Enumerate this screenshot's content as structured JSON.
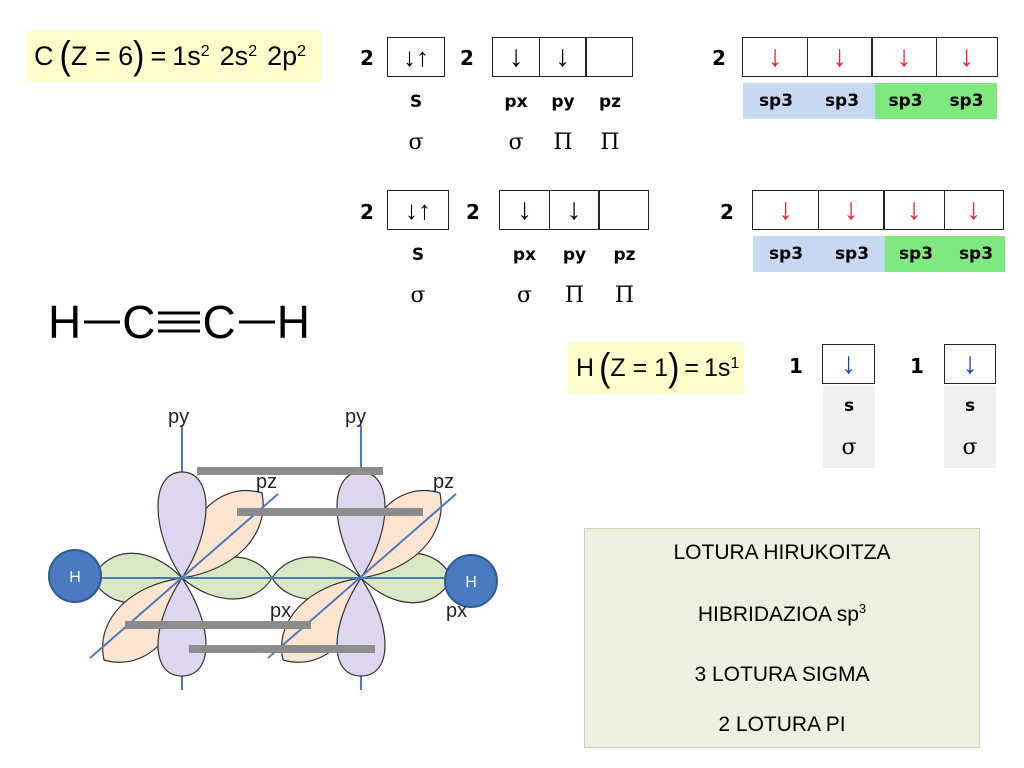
{
  "carbon_formula": {
    "element": "C",
    "z_label": "Z = 6",
    "equals": "=",
    "config_1s": "1s",
    "exp_1s": "2",
    "config_2s": "2s",
    "exp_2s": "2",
    "config_2p": "2p",
    "exp_2p": "2"
  },
  "hydrogen_formula": {
    "element": "H",
    "z_label": "Z = 1",
    "equals": "=",
    "config_1s": "1s",
    "exp_1s": "1"
  },
  "carbon_rows": [
    {
      "s_level": "2",
      "s_arrow": "↓↑",
      "s_label": "S",
      "s_bond": "σ",
      "p_level": "2",
      "p_arrows": [
        "↓",
        "↓",
        ""
      ],
      "p_labels": [
        "px",
        "py",
        "pz"
      ],
      "p_bonds": [
        "σ",
        "Π",
        "Π"
      ],
      "sp_level": "2",
      "sp_arrows": [
        "↓",
        "↓",
        "↓",
        "↓"
      ],
      "sp_labels": [
        "sp3",
        "sp3",
        "sp3",
        "sp3"
      ]
    },
    {
      "s_level": "2",
      "s_arrow": "↓↑",
      "s_label": "S",
      "s_bond": "σ",
      "p_level": "2",
      "p_arrows": [
        "↓",
        "↓",
        ""
      ],
      "p_labels": [
        "px",
        "py",
        "pz"
      ],
      "p_bonds": [
        "σ",
        "Π",
        "Π"
      ],
      "sp_level": "2",
      "sp_arrows": [
        "↓",
        "↓",
        "↓",
        "↓"
      ],
      "sp_labels": [
        "sp3",
        "sp3",
        "sp3",
        "sp3"
      ]
    }
  ],
  "hydrogen_orbitals": [
    {
      "level": "1",
      "arrow": "↓",
      "label": "s",
      "bond": "σ"
    },
    {
      "level": "1",
      "arrow": "↓",
      "label": "s",
      "bond": "σ"
    }
  ],
  "acetylene": {
    "h1": "H",
    "c1": "C",
    "c2": "C",
    "h2": "H"
  },
  "orbital_labels": {
    "py_left": "py",
    "py_right": "py",
    "pz_left": "pz",
    "pz_right": "pz",
    "px_left": "px",
    "px_right": "px",
    "h_left": "H",
    "h_right": "H"
  },
  "summary": {
    "line1": "LOTURA HIRUKOITZA",
    "line2": "HIBRIDAZIOA sp",
    "line2_sup": "3",
    "line3": "3 LOTURA SIGMA",
    "line4": "2 LOTURA PI"
  },
  "colors": {
    "formula_bg": "#ffffcc",
    "sp3_blue": "#c6d9f1",
    "sp3_green": "#7fe87f",
    "arrow_red": "#e8222a",
    "arrow_blue": "#1a3fc4",
    "summary_bg": "#ebf1de",
    "lobe_purple": "#ddd6ee",
    "lobe_orange": "#fce4d0",
    "lobe_green": "#d9e8c4",
    "h_circle": "#4a7bc0"
  }
}
